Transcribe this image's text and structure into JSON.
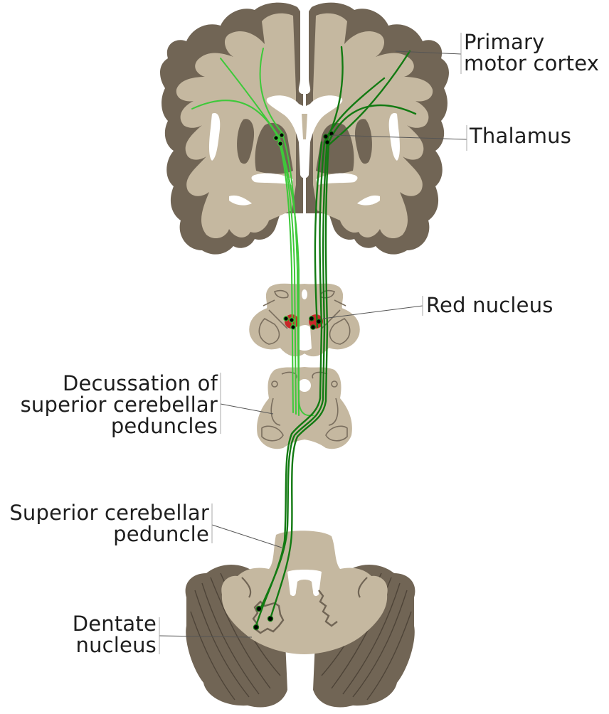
{
  "title": "Dentato-rubro-thalamic pathway diagram",
  "colors": {
    "background": "#ffffff",
    "white_matter": "#c5b8a0",
    "grey_matter": "#716555",
    "outline": "#6e6252",
    "tract_left": "#3ec93a",
    "tract_right": "#127a12",
    "red_nucleus": "#c8282a",
    "synapse": "#000000",
    "leader_line": "#555555",
    "label_text": "#1e1e1e"
  },
  "labels": {
    "primary_motor_cortex": [
      "Primary",
      "motor cortex"
    ],
    "thalamus": [
      "Thalamus"
    ],
    "red_nucleus": [
      "Red nucleus"
    ],
    "decussation": [
      "Decussation of",
      "superior cerebellar",
      "peduncles"
    ],
    "superior_cerebellar_peduncle": [
      "Superior cerebellar",
      "peduncle"
    ],
    "dentate_nucleus": [
      "Dentate",
      "nucleus"
    ]
  },
  "structures": [
    "cerebrum-coronal-section",
    "midbrain-upper-section",
    "midbrain-lower-section",
    "cerebellum-section"
  ]
}
